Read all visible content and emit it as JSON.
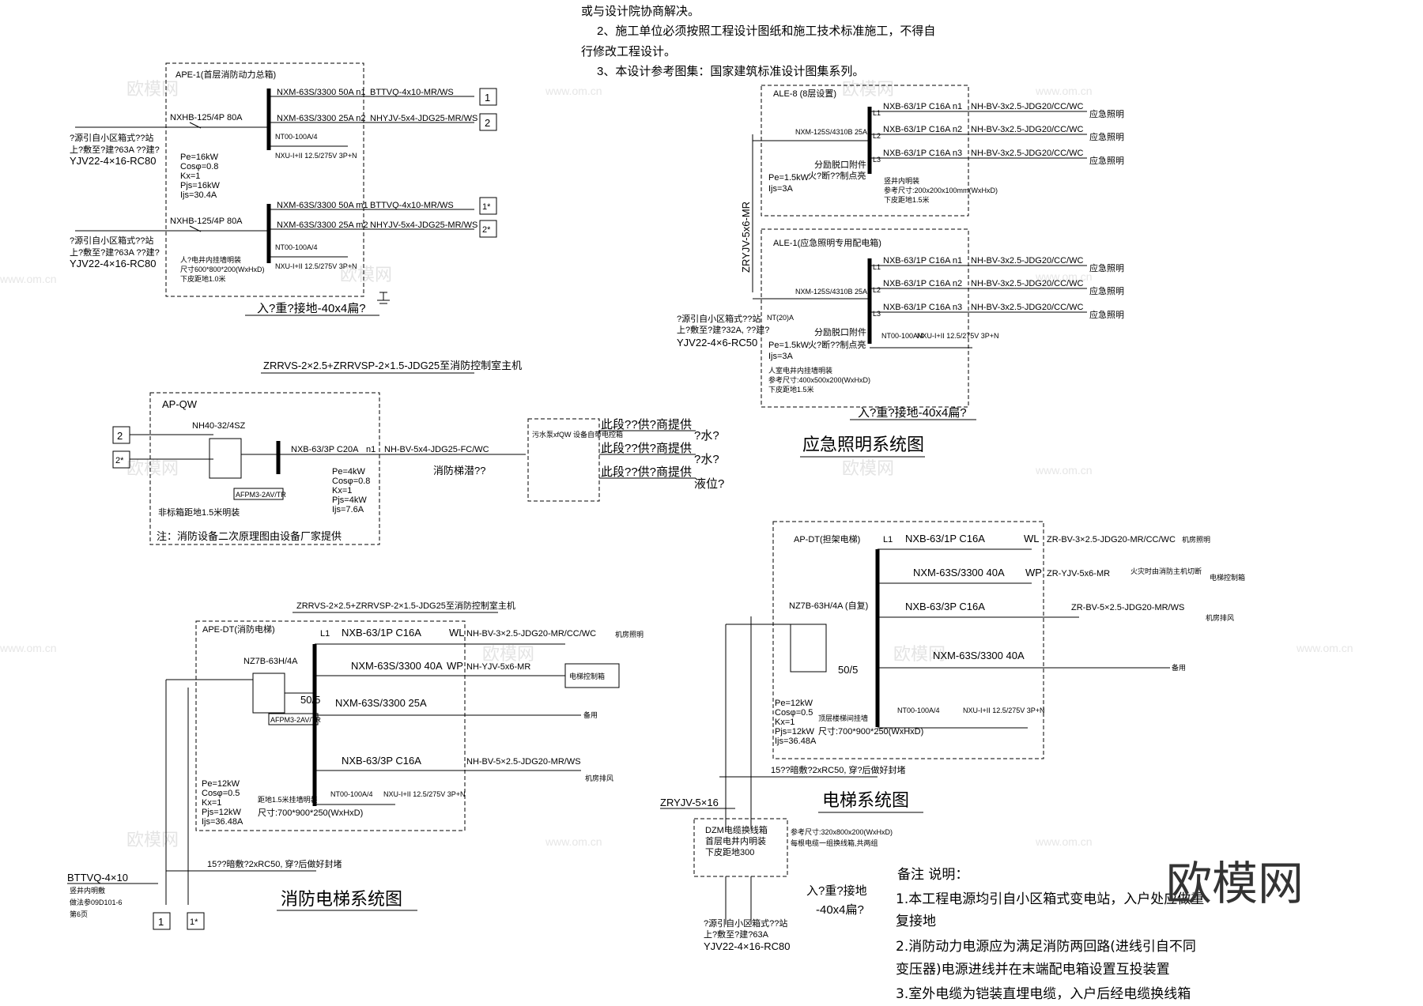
{
  "top_notes": {
    "line0": "或与设计院协商解决。",
    "line1": "2、施工单位必须按照工程设计图纸和施工技术标准施工，不得自",
    "line2": "行修改工程设计。",
    "line3": "3、本设计参考图集：国家建筑标准设计图集系列。"
  },
  "ape1": {
    "title": "APE-1(首层消防动力总箱)",
    "inc1_breaker": "NXHB-125/4P 80A",
    "inc2_breaker": "NXHB-125/4P 80A",
    "src1": "?源引自小区箱式??站",
    "src2": "上?敷至?建?63A ??建?",
    "cable1": "YJV22-4×16-RC80",
    "b1": "NXM-63S/3300 50A n1",
    "b2": "NXM-63S/3300 25A n2",
    "b3": "NXM-63S/3300 50A m1",
    "b4": "NXM-63S/3300 25A m2",
    "c1": "BTTVQ-4x10-MR/WS",
    "c2": "NHYJV-5x4-JDG25-MR/WS",
    "c3": "BTTVQ-4x10-MR/WS",
    "c4": "NHYJV-5x4-JDG25-MR/WS",
    "spd_a": "NT00-100A/4",
    "spd_b": "NXU-I+II 12.5/275V 3P+N",
    "params": [
      "Pe=16kW",
      "Cosφ=0.8",
      "Kx=1",
      "Pjs=16kW",
      "Ijs=30.4A"
    ],
    "install": [
      "人?电井内挂墙明装",
      "尺寸600*800*200(WxHxD)",
      "下皮距地1.0米"
    ],
    "box1": "1",
    "box2": "2",
    "box3": "1*",
    "box4": "2*",
    "ground": "入?重?接地-40x4扁?"
  },
  "apqw": {
    "ctrl_cable": "ZRRVS-2×2.5+ZRRVSP-2×1.5-JDG25至消防控制室主机",
    "title": "AP-QW",
    "ats": "NH40-32/4SZ",
    "brk": "NXB-63/3P C20A",
    "circuit": "n1",
    "cable": "NH-BV-5x4-JDG25-FC/WC",
    "load": "消防梯潜??",
    "params": [
      "Pe=4kW",
      "Cosφ=0.8",
      "Kx=1",
      "Pjs=4kW",
      "Ijs=7.6A"
    ],
    "afpm": "AFPM3-2AV/TR",
    "install": "非标箱距地1.5米明装",
    "note": "注：消防设备二次原理图由设备厂家提供",
    "pump_box": "污水泵xfQW 设备自带电控箱",
    "s1": "此段??供?商提供",
    "s2": "此段??供?商提供",
    "s3": "此段??供?商提供",
    "w1": "?水?",
    "w2": "?水?",
    "w3": "液位?",
    "in1": "2",
    "in2": "2*"
  },
  "fire_elev": {
    "ctrl_cable": "ZRRVS-2×2.5+ZRRVSP-2×1.5-JDG25至消防控制室主机",
    "title": "APE-DT(消防电梯)",
    "ats": "NZ7B-63H/4A",
    "afpm": "AFPM3-2AV/TR",
    "phase": "L1",
    "b1": "NXB-63/1P C16A",
    "b2": "NXM-63S/3300 40A",
    "b3": "NXM-63S/3300 25A",
    "b4": "NXB-63/3P C16A",
    "t1": "WL",
    "t2": "WP",
    "c1": "NH-BV-3×2.5-JDG20-MR/CC/WC",
    "c2": "NH-YJV-5x6-MR",
    "c4": "NH-BV-5×2.5-JDG20-MR/WS",
    "l1": "机房照明",
    "l2": "电梯控制箱",
    "l3": "备用",
    "l4": "机房排风",
    "ratio": "50/5",
    "spd_a": "NT00-100A/4",
    "spd_b": "NXU-I+II 12.5/275V 3P+N",
    "params": [
      "Pe=12kW",
      "Cosφ=0.5",
      "Kx=1",
      "Pjs=12kW",
      "Ijs=36.48A"
    ],
    "install1": "距地1.5米挂墙明装",
    "install2": "尺寸:700*900*250(WxHxD)",
    "feeder": "BTTVQ-4×10",
    "f1": "竖井内明敷",
    "f2": "做法参09D101-6",
    "f3": "第6页",
    "pipe": "15??暗敷?2xRC50, 穿?后做好封堵",
    "box1": "1",
    "box2": "1*",
    "diagram_title": "消防电梯系统图"
  },
  "emergency": {
    "riser": "ZRYJV-5x6-MR",
    "ale8_title": "ALE-8 (8层设置)",
    "ale1_title": "ALE-1(应急照明专用配电箱)",
    "main_brk": "NXM-125S/4310B 25A",
    "main_brk2": "NXM-125S/4310B 25A",
    "b_a": "NXB-63/1P C16A n1",
    "b_b": "NXB-63/1P C16A n2",
    "b_c": "NXB-63/1P C16A n3",
    "cable": "NH-BV-3x2.5-JDG20/CC/WC",
    "load": "应急照明",
    "ph1": "L1",
    "ph2": "L2",
    "ph3": "L3",
    "ale8_params": [
      "Pe=1.5kW",
      "Ijs=3A"
    ],
    "ale1_params": [
      "Pe=1.5kW",
      "Ijs=3A"
    ],
    "tap": "分励脱口附件",
    "tap2": "火?断??制点亮",
    "ale8_install": [
      "竖井内明装",
      "参考尺寸:200x200x100mm(WxHxD)",
      "下皮距地1.5米"
    ],
    "ale1_install": [
      "人室电井内挂墙明装",
      "参考尺寸:400x500x200(WxHxD)",
      "下皮距地1.5米"
    ],
    "spd_a": "NT00-100A/4",
    "spd_b": "NXU-I+II 12.5/275V 3P+N",
    "src1": "?源引自小区箱式??站",
    "src2": "上?敷至?建?32A, ??建?",
    "cable_in": "YJV22-4×6-RC50",
    "fuse": "NT(20)A",
    "ground": "入?重?接地-40x4扁?",
    "diagram_title": "应急照明系统图"
  },
  "elevator": {
    "title": "AP-DT(担架电梯)",
    "ats": "NZ7B-63H/4A (自复)",
    "phase": "L1",
    "b1": "NXB-63/1P C16A",
    "b2": "NXM-63S/3300 40A",
    "b3": "NXB-63/3P C16A",
    "b4": "NXM-63S/3300 40A",
    "t1": "WL",
    "t2": "WP",
    "c1": "ZR-BV-3×2.5-JDG20-MR/CC/WC",
    "c2": "ZR-YJV-5x6-MR",
    "c3": "ZR-BV-5×2.5-JDG20-MR/WS",
    "fire_cut": "火灾时由消防主机切断",
    "l1": "机房照明",
    "l2": "电梯控制箱",
    "l3": "机房排风",
    "l4": "备用",
    "ratio": "50/5",
    "spd_a": "NT00-100A/4",
    "spd_b": "NXU-I+II 12.5/275V 3P+N",
    "params": [
      "Pe=12kW",
      "Cosφ=0.5",
      "Kx=1",
      "Pjs=12kW",
      "Ijs=36.48A"
    ],
    "install1": "顶层楼梯间挂墙",
    "install2": "尺寸:700*900*250(WxHxD)",
    "pipe": "15??暗敷?2xRC50, 穿?后做好封堵",
    "riser": "ZRYJV-5×16",
    "dzm": [
      "DZM电缆换线箱",
      "首层电井内明装",
      "下皮距地300"
    ],
    "dzm_note": [
      "参考尺寸:320x800x200(WxHxD)",
      "每根电缆一组换线箱,共两组"
    ],
    "src1": "?源引自小区箱式??站",
    "src2": "上?敷至?建?63A",
    "cable_in": "YJV22-4×16-RC80",
    "ground1": "入?重?接地",
    "ground2": "-40x4扁?",
    "diagram_title": "电梯系统图"
  },
  "notes": {
    "head": "备注 说明：",
    "n1a": "1.本工程电源均引自小区箱式变电站，入户处应做重",
    "n1b": "复接地",
    "n2a": "2.消防动力电源应为满足消防两回路(进线引自不同",
    "n2b": "变压器)电源进线并在末端配电箱设置互投装置",
    "n3": "3.室外电缆为铠装直埋电缆，入户后经电缆换线箱"
  },
  "watermark": {
    "text": "欧模网",
    "url": "www.om.cn"
  },
  "logo": "欧模网"
}
